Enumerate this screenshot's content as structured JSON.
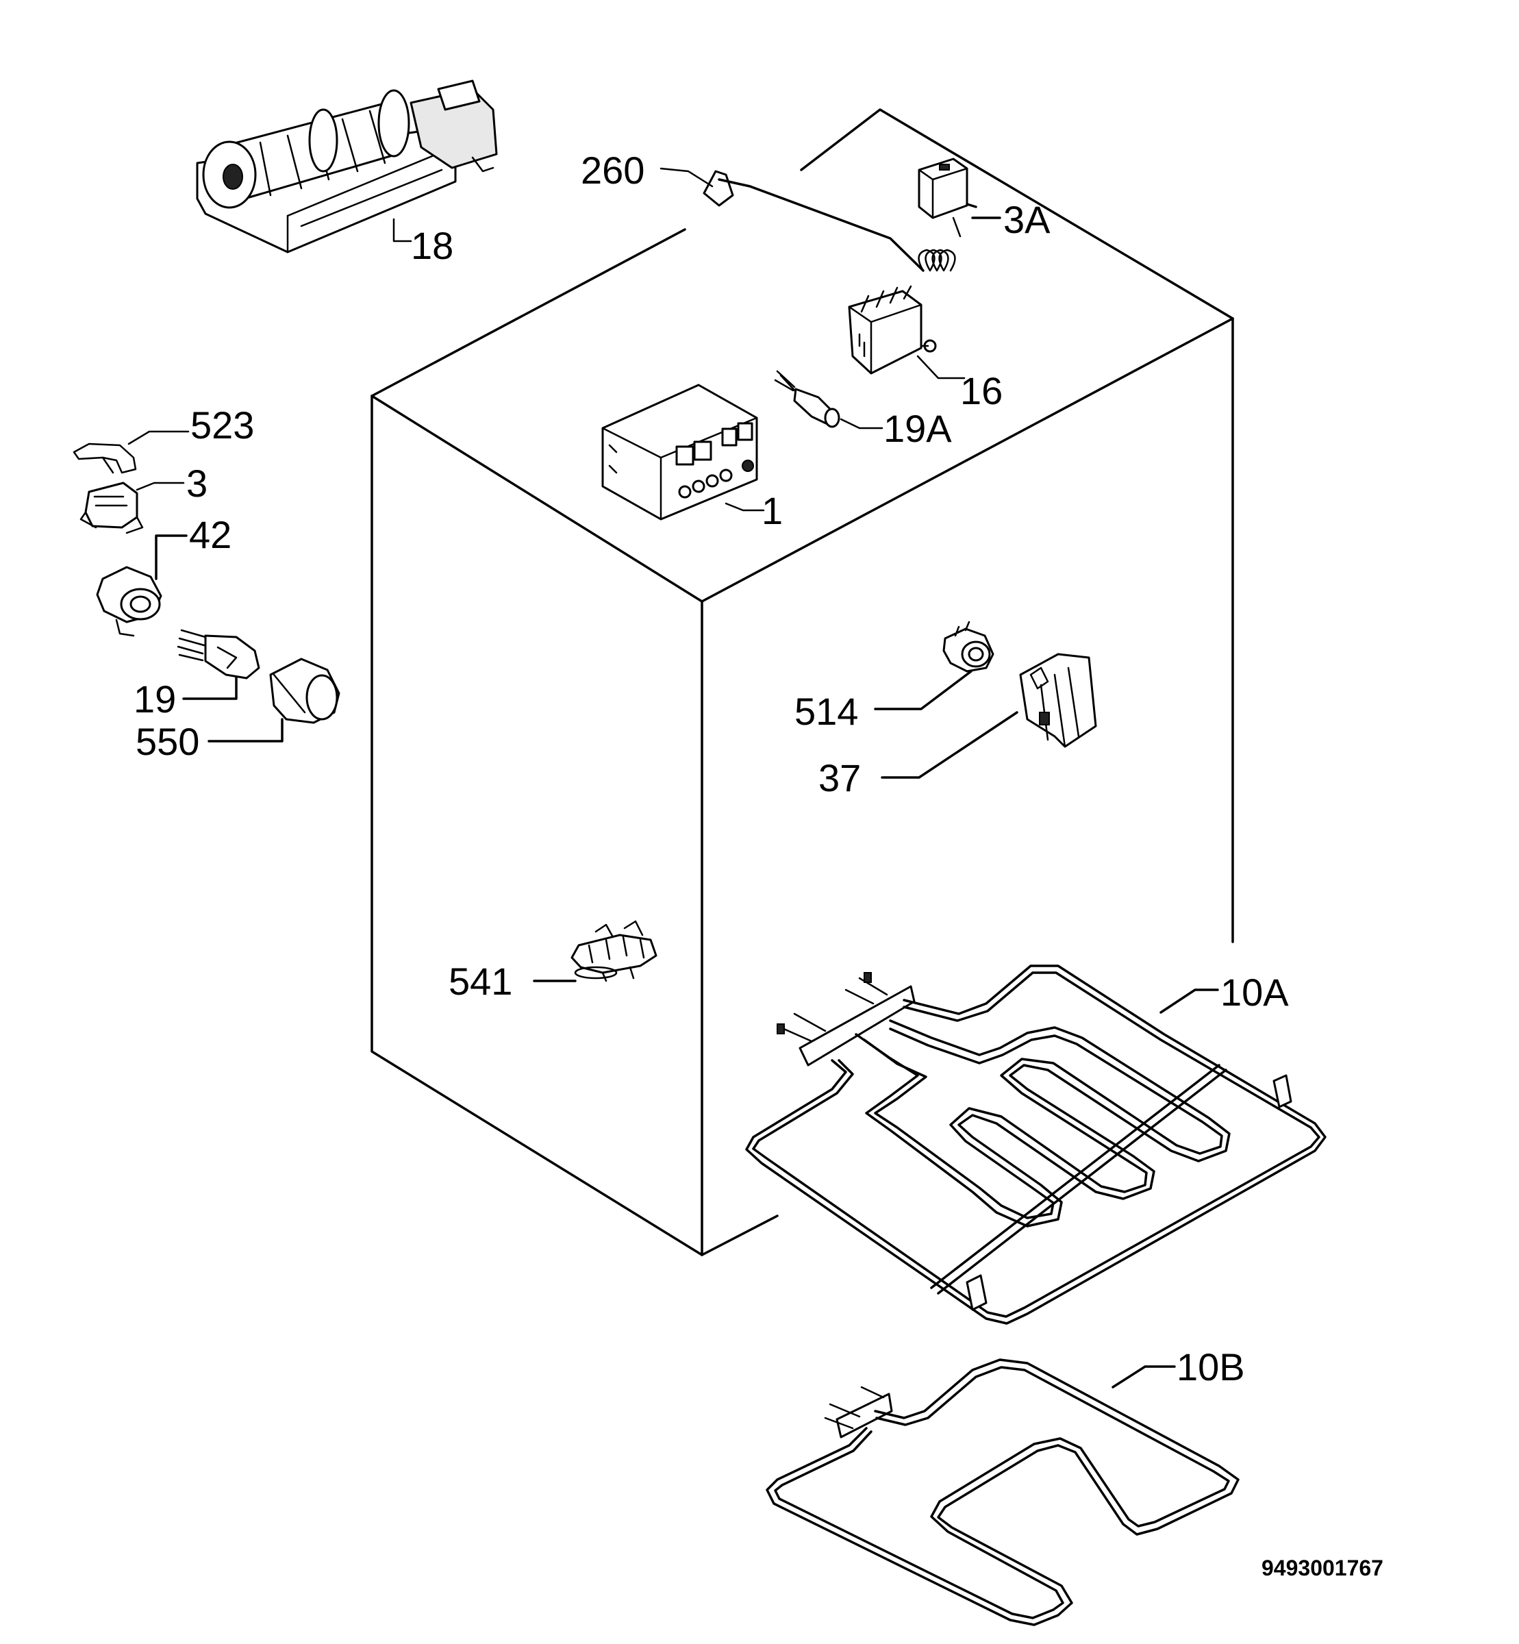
{
  "labels": {
    "l18": "18",
    "l260": "260",
    "l3A": "3A",
    "l16": "16",
    "l19A": "19A",
    "l1": "1",
    "l523": "523",
    "l3": "3",
    "l42": "42",
    "l19": "19",
    "l550": "550",
    "l514": "514",
    "l37": "37",
    "l541": "541",
    "l10A": "10A",
    "l10B": "10B"
  },
  "drawing_code": "9493001767"
}
